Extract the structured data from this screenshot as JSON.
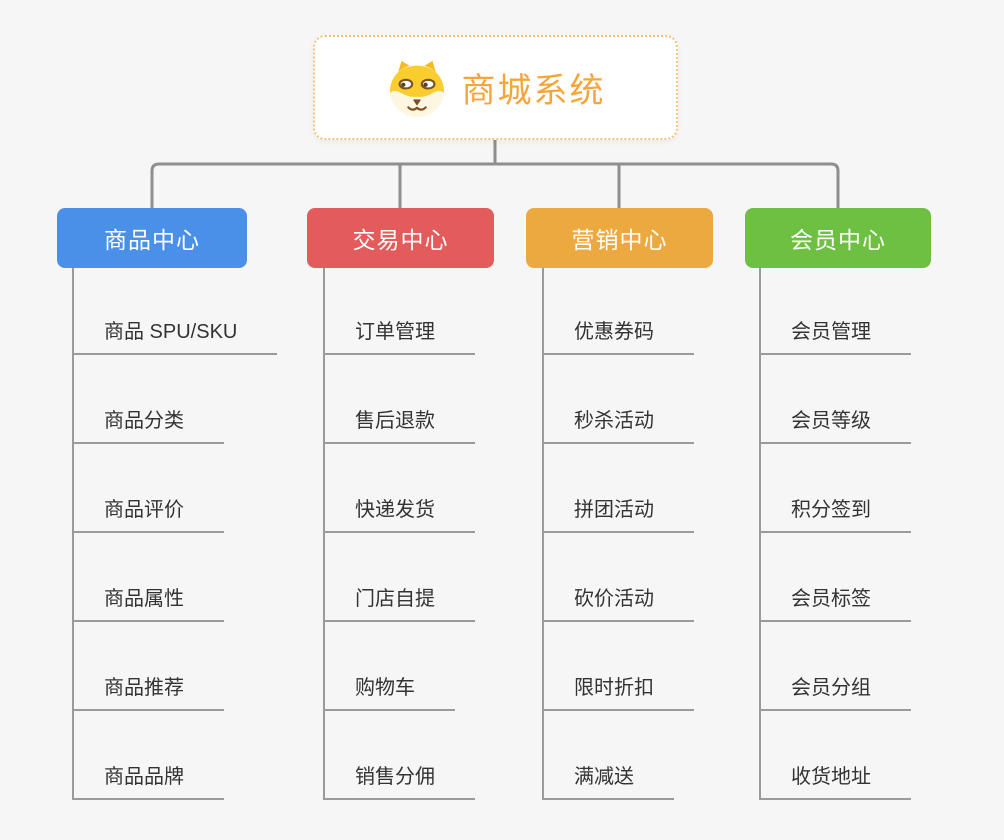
{
  "canvas": {
    "background": "#f6f6f6"
  },
  "root": {
    "title": "商城系统",
    "icon": "dog-face",
    "text_color": "#f5a63b",
    "border_color": "#f0c27d",
    "background": "#ffffff"
  },
  "connectors": {
    "branch_line_color": "#8f8f8f",
    "spine_line_color": "#9a9a9a"
  },
  "branches": [
    {
      "label": "商品中心",
      "color": "#4b90e8",
      "children": [
        "商品 SPU/SKU",
        "商品分类",
        "商品评价",
        "商品属性",
        "商品推荐",
        "商品品牌"
      ]
    },
    {
      "label": "交易中心",
      "color": "#e45b5b",
      "children": [
        "订单管理",
        "售后退款",
        "快递发货",
        "门店自提",
        "购物车",
        "销售分佣"
      ]
    },
    {
      "label": "营销中心",
      "color": "#eca93f",
      "children": [
        "优惠券码",
        "秒杀活动",
        "拼团活动",
        "砍价活动",
        "限时折扣",
        "满减送"
      ]
    },
    {
      "label": "会员中心",
      "color": "#6ec043",
      "children": [
        "会员管理",
        "会员等级",
        "积分签到",
        "会员标签",
        "会员分组",
        "收货地址"
      ]
    }
  ]
}
